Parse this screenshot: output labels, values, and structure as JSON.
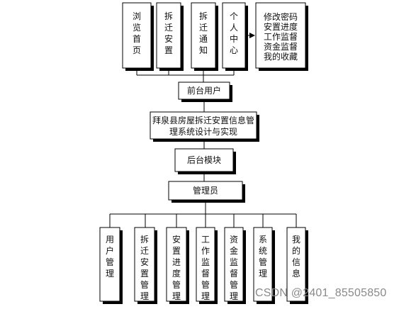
{
  "top_modules": [
    {
      "label": "浏览首页"
    },
    {
      "label": "拆迁安置"
    },
    {
      "label": "拆迁通知"
    },
    {
      "label": "个人中心"
    }
  ],
  "personal_center_items": [
    "修改密码",
    "安置进度",
    "工作监督",
    "资金监督",
    "我的收藏"
  ],
  "frontend_user": "前台用户",
  "system_title": [
    "拜泉县房屋拆迁安置信息管",
    "理系统设计与实现"
  ],
  "backend_module": "后台模块",
  "admin": "管理员",
  "bottom_modules": [
    {
      "label": "用户管理"
    },
    {
      "label": "拆迁安置管理"
    },
    {
      "label": "安置进度管理"
    },
    {
      "label": "工作监督管理"
    },
    {
      "label": "资金监督管理"
    },
    {
      "label": "系统管理"
    },
    {
      "label": "我的信息"
    }
  ],
  "watermark": "CSDN @2401_85505850"
}
